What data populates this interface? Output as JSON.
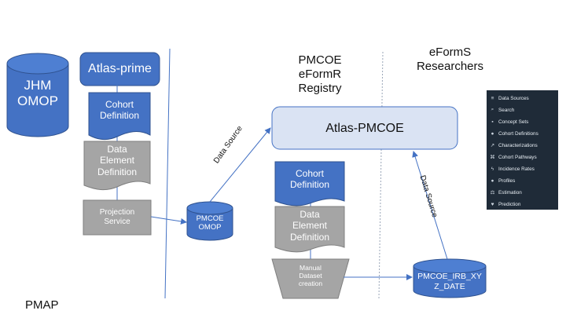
{
  "nodes": {
    "jhm_omop": [
      "JHM",
      "OMOP"
    ],
    "atlas_prime": "Atlas-prime",
    "cohort_def_left": [
      "Cohort",
      "Definition"
    ],
    "data_element_left": [
      "Data",
      "Element",
      "Definition"
    ],
    "projection_service": [
      "Projection",
      "Service"
    ],
    "pmcoe_omop": [
      "PMCOE",
      "OMOP"
    ],
    "atlas_pmcoe": "Atlas-PMCOE",
    "cohort_def_mid": [
      "Cohort",
      "Definition"
    ],
    "data_element_mid": [
      "Data",
      "Element",
      "Definition"
    ],
    "manual_dataset": [
      "Manual",
      "Dataset",
      "creation"
    ],
    "pmcoe_irb": [
      "PMCOE_IRB_XY",
      "Z_DATE"
    ]
  },
  "headers": {
    "pmcoe_registry": [
      "PMCOE",
      "eFormR",
      "Registry"
    ],
    "eforms_researchers": [
      "eFormS",
      "Researchers"
    ],
    "pmap": "PMAP"
  },
  "edges": {
    "data_source_left": "Data Source",
    "data_source_right": "Data Source"
  },
  "menu": [
    {
      "icon": "database-icon",
      "glyph": "≡",
      "label": "Data Sources"
    },
    {
      "icon": "search-icon",
      "glyph": "⌕",
      "label": "Search"
    },
    {
      "icon": "cart-icon",
      "glyph": "▪",
      "label": "Concept Sets"
    },
    {
      "icon": "users-icon",
      "glyph": "●",
      "label": "Cohort Definitions"
    },
    {
      "icon": "line-chart-icon",
      "glyph": "↗",
      "label": "Characterizations"
    },
    {
      "icon": "sitemap-icon",
      "glyph": "⌘",
      "label": "Cohort Pathways"
    },
    {
      "icon": "bolt-icon",
      "glyph": "ϟ",
      "label": "Incidence Rates"
    },
    {
      "icon": "user-icon",
      "glyph": "●",
      "label": "Profiles"
    },
    {
      "icon": "balance-scale-icon",
      "glyph": "⚖",
      "label": "Estimation"
    },
    {
      "icon": "heartbeat-icon",
      "glyph": "♥",
      "label": "Prediction"
    }
  ],
  "colors": {
    "blue": "#4472c4",
    "blue_stroke": "#2f528f",
    "gray": "#a5a5a5",
    "lavender": "#dae3f3",
    "menu_bg": "#1f2b38"
  }
}
